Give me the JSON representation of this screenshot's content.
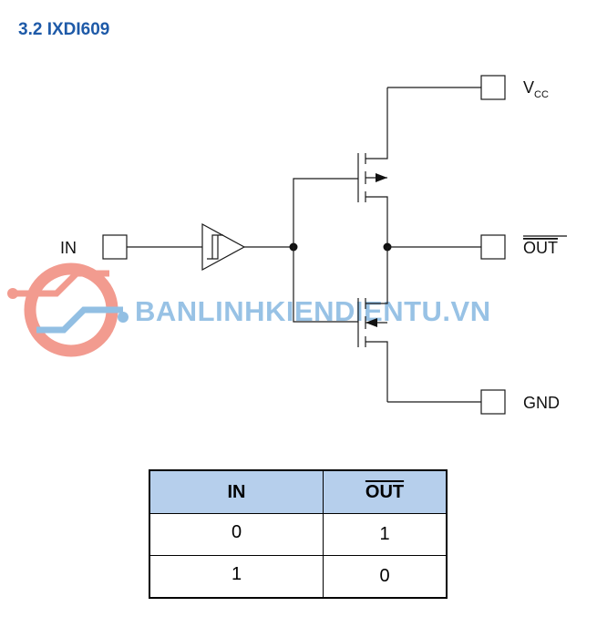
{
  "title": "3.2 IXDI609",
  "pins": {
    "in": "IN",
    "vcc_main": "V",
    "vcc_sub": "CC",
    "out": "OUT",
    "gnd": "GND"
  },
  "watermark": "BANLINHKIENDIENTU.VN",
  "truth_table": {
    "headers": [
      "IN",
      "OUT"
    ],
    "rows": [
      [
        "0",
        "1"
      ],
      [
        "1",
        "0"
      ]
    ]
  },
  "colors": {
    "title": "#1e5aa8",
    "header_fill": "#b6cfec",
    "watermark": "#7fb4df",
    "watermark_logo": "#f08a7c"
  }
}
